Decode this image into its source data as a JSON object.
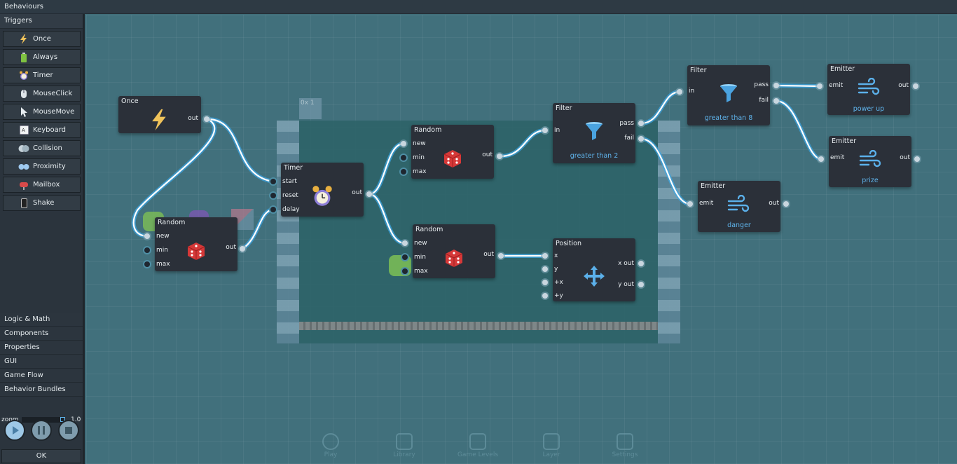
{
  "topbar": {
    "title": "Behaviours"
  },
  "sidebar": {
    "section_title": "Triggers",
    "triggers": [
      {
        "label": "Once",
        "icon": "lightning-icon"
      },
      {
        "label": "Always",
        "icon": "battery-icon"
      },
      {
        "label": "Timer",
        "icon": "alarm-clock-icon"
      },
      {
        "label": "MouseClick",
        "icon": "mouse-icon"
      },
      {
        "label": "MouseMove",
        "icon": "cursor-arrow-icon"
      },
      {
        "label": "Keyboard",
        "icon": "keyboard-key-icon"
      },
      {
        "label": "Collision",
        "icon": "collision-icon"
      },
      {
        "label": "Proximity",
        "icon": "proximity-icon"
      },
      {
        "label": "Mailbox",
        "icon": "mailbox-icon"
      },
      {
        "label": "Shake",
        "icon": "phone-icon"
      }
    ],
    "categories": [
      "Logic & Math",
      "Components",
      "Properties",
      "GUI",
      "Game Flow",
      "Behavior Bundles"
    ],
    "zoom_label": "zoom",
    "zoom_value": "1.0",
    "ok_label": "OK"
  },
  "canvas": {
    "level_label": "0x 1",
    "nodes": {
      "once": {
        "title": "Once",
        "out": "out"
      },
      "random1": {
        "title": "Random",
        "in": [
          "new",
          "min",
          "max"
        ],
        "out": "out"
      },
      "timer": {
        "title": "Timer",
        "in": [
          "start",
          "reset",
          "delay"
        ],
        "out": "out"
      },
      "random2": {
        "title": "Random",
        "in": [
          "new",
          "min",
          "max"
        ],
        "out": "out"
      },
      "random3": {
        "title": "Random",
        "in": [
          "new",
          "min",
          "max"
        ],
        "out": "out"
      },
      "filter1": {
        "title": "Filter",
        "in": "in",
        "pass": "pass",
        "fail": "fail",
        "condition": "greater than 2"
      },
      "position": {
        "title": "Position",
        "in": [
          "x",
          "y",
          "+x",
          "+y"
        ],
        "out": [
          "x out",
          "y out"
        ]
      },
      "filter2": {
        "title": "Filter",
        "in": "in",
        "pass": "pass",
        "fail": "fail",
        "condition": "greater than 8"
      },
      "emitter_danger": {
        "title": "Emitter",
        "in": "emit",
        "out": "out",
        "name": "danger"
      },
      "emitter_powerup": {
        "title": "Emitter",
        "in": "emit",
        "out": "out",
        "name": "power up"
      },
      "emitter_prize": {
        "title": "Emitter",
        "in": "emit",
        "out": "out",
        "name": "prize"
      }
    },
    "bottom_toolbar": [
      "Play",
      "Library",
      "Game Levels",
      "Layer",
      "Settings"
    ]
  },
  "colors": {
    "accent": "#5fb4ec",
    "wire": "#ffffff",
    "wire_glow": "#3aa6e6"
  }
}
